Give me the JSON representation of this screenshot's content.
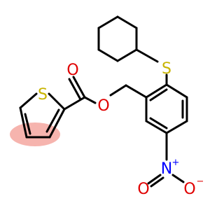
{
  "molecule": {
    "atoms": {
      "thiophene_S": {
        "symbol": "S",
        "color": "#c8b400"
      },
      "thioether_S": {
        "symbol": "S",
        "color": "#c8b400"
      },
      "carbonyl_O": {
        "symbol": "O",
        "color": "#e00000"
      },
      "ester_O": {
        "symbol": "O",
        "color": "#e00000"
      },
      "nitro_N": {
        "symbol": "N",
        "color": "#0000ff",
        "charge": "+"
      },
      "nitro_O_double": {
        "symbol": "O",
        "color": "#e00000"
      },
      "nitro_O_single": {
        "symbol": "O",
        "color": "#e00000",
        "charge": "−"
      }
    },
    "highlight_color": "#f4a7a0"
  }
}
